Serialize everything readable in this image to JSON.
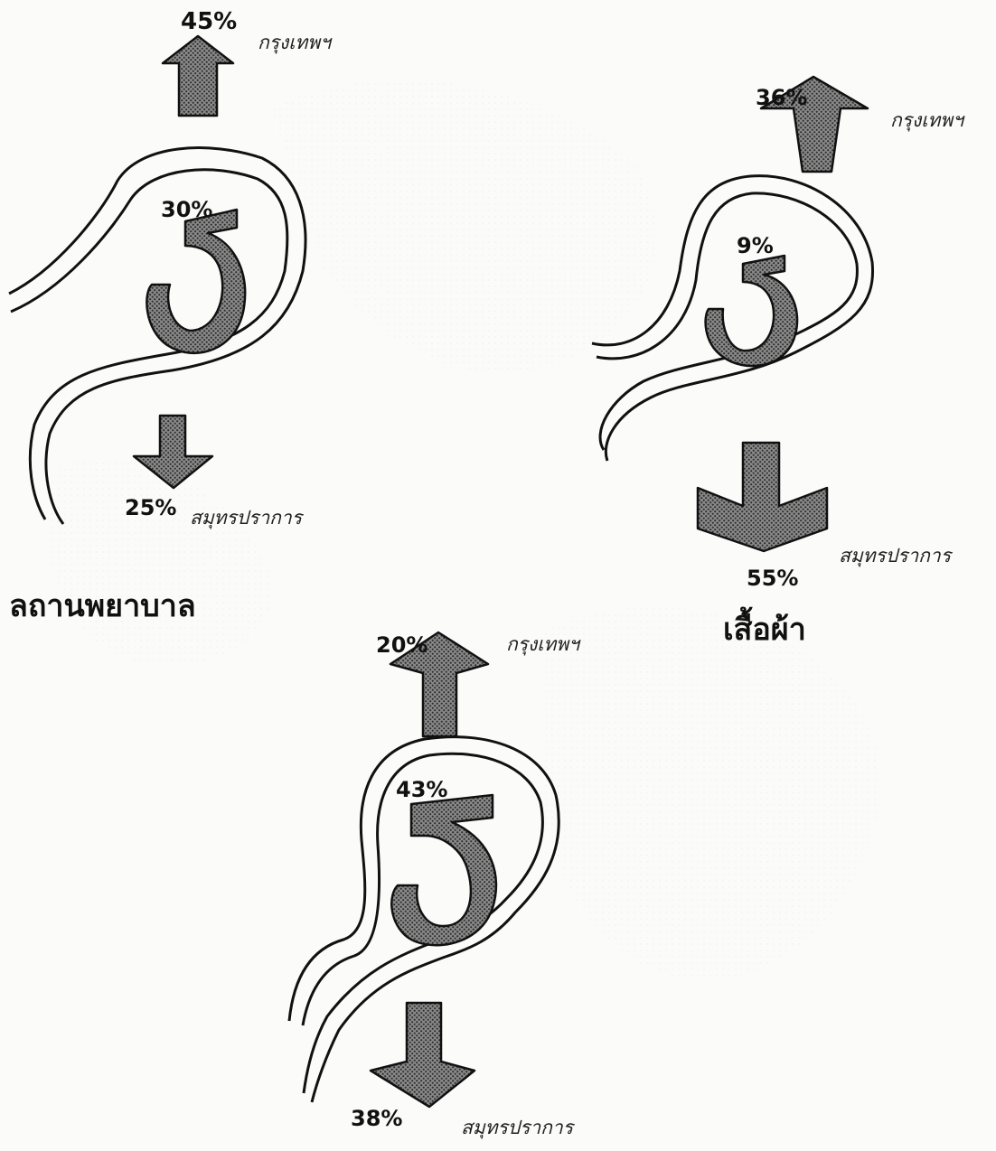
{
  "panels": [
    {
      "id": "hospital",
      "title": "ลถานพยาบาล",
      "up": {
        "percent": "45%",
        "destination": "กรุงเทพฯ"
      },
      "loop": {
        "percent": "30%"
      },
      "down": {
        "percent": "25%",
        "destination": "สมุทรปราการ"
      }
    },
    {
      "id": "clothing",
      "title": "เสื้อผ้า",
      "up": {
        "percent": "36%",
        "destination": "กรุงเทพฯ"
      },
      "loop": {
        "percent": "9%"
      },
      "down": {
        "percent": "55%",
        "destination": "สมุทรปราการ"
      }
    },
    {
      "id": "third",
      "title": "",
      "up": {
        "percent": "20%",
        "destination": "กรุงเทพฯ"
      },
      "loop": {
        "percent": "43%"
      },
      "down": {
        "percent": "38%",
        "destination": "สมุทรปราการ"
      }
    }
  ],
  "colors": {
    "ink": "#111111",
    "arrow_fill": "#7a7a7a",
    "background": "#fbfbf9"
  }
}
